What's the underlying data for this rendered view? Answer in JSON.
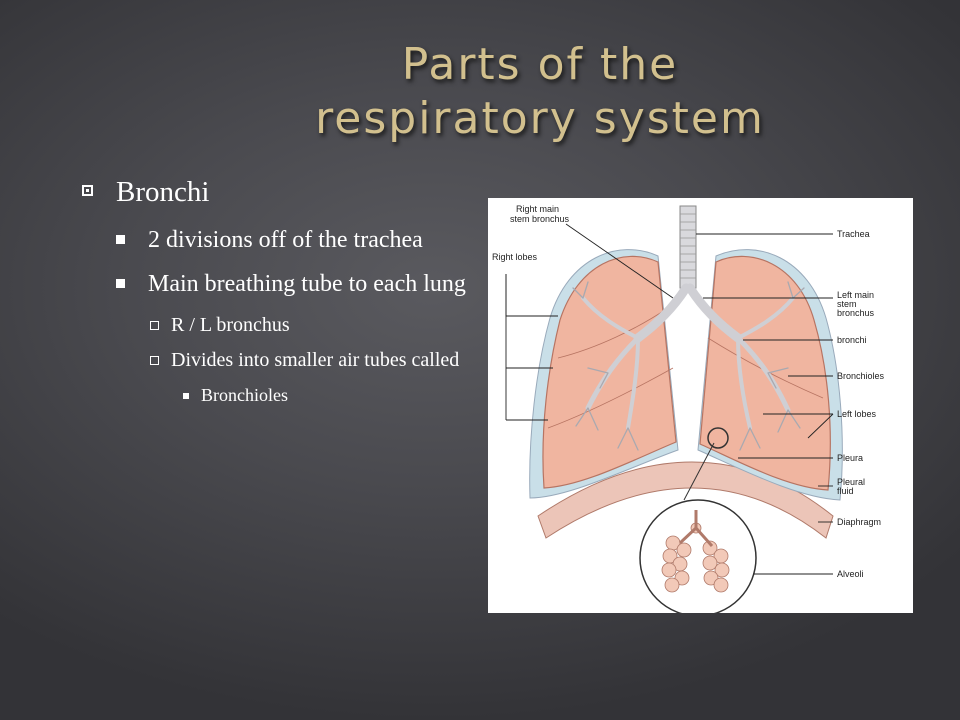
{
  "title": {
    "line1": "Parts of the",
    "line2": "respiratory system"
  },
  "bullets": {
    "b1": "Bronchi",
    "b2": "2 divisions off of the trachea",
    "b3": "Main breathing tube to each lung",
    "b4": "R / L bronchus",
    "b5": "Divides into smaller air tubes called",
    "b6": "Bronchioles"
  },
  "diagram": {
    "labels": {
      "right_main_1": "Right main",
      "right_main_2": "stem bronchus",
      "right_lobes": "Right lobes",
      "trachea": "Trachea",
      "left_main_1": "Left main",
      "left_main_2": "stem",
      "left_main_3": "bronchus",
      "bronchi": "bronchi",
      "bronchioles": "Bronchioles",
      "left_lobes": "Left lobes",
      "pleura": "Pleura",
      "pleural_fluid_1": "Pleural",
      "pleural_fluid_2": "fluid",
      "diaphragm": "Diaphragm",
      "alveoli": "Alveoli"
    }
  },
  "colors": {
    "title": "#d2c08e",
    "lung": "#f0b5a0",
    "pleura": "#c9dfe8",
    "diaphragm": "#ecc5b8",
    "airway": "#d9d9dd"
  }
}
